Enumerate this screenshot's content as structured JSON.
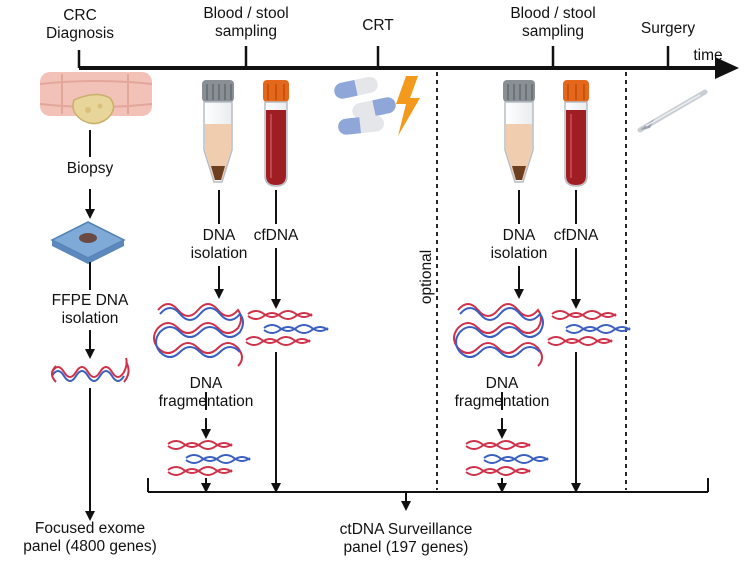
{
  "timeline": {
    "time_label": "time",
    "events": {
      "diagnosis": [
        "CRC",
        "Diagnosis"
      ],
      "sampling1": [
        "Blood / stool",
        "sampling"
      ],
      "crt": "CRT",
      "sampling2": [
        "Blood / stool",
        "sampling"
      ],
      "surgery": "Surgery"
    }
  },
  "tissue_branch": {
    "biopsy": "Biopsy",
    "ffpe_isolation": [
      "FFPE DNA",
      "isolation"
    ],
    "panel": [
      "Focused exome",
      "panel (4800 genes)"
    ]
  },
  "sampling_branch_1": {
    "dna_isolation": [
      "DNA",
      "isolation"
    ],
    "cfdna": "cfDNA",
    "fragmentation": [
      "DNA",
      "fragmentation"
    ]
  },
  "optional_label": "optional",
  "sampling_branch_2": {
    "dna_isolation": [
      "DNA",
      "isolation"
    ],
    "cfdna": "cfDNA",
    "fragmentation": [
      "DNA",
      "fragmentation"
    ]
  },
  "surveillance_panel": [
    "ctDNA Surveillance",
    "panel (197 genes)"
  ],
  "colors": {
    "arrow": "#111111",
    "colon": "#f2c1b8",
    "tumor": "#e8d59a",
    "tube_cap": "#8a8f96",
    "stool_liquid": "#f1cdb0",
    "stool_sediment": "#6b3f20",
    "blood_cap": "#e5671c",
    "blood": "#9e1e24",
    "pill_blue": "#8fa6d9",
    "pill_white": "#e4e6ea",
    "lightning": "#f39a1c",
    "slide": "#7fa9d6",
    "dna_red": "#d0314a",
    "dna_blue": "#3b5fbf"
  }
}
